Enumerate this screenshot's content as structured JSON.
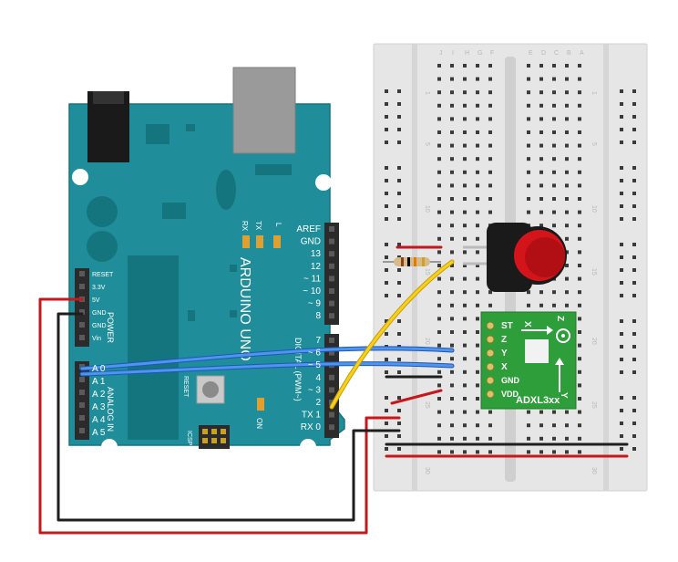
{
  "board": {
    "name": "ARDUINO UNO",
    "power_header_title": "POWER",
    "power_pins": [
      "RESET",
      "3.3V",
      "5V",
      "GND",
      "GND",
      "Vin"
    ],
    "analog_header_title": "ANALOG IN",
    "analog_pins": [
      "A 0",
      "A 1",
      "A 2",
      "A 3",
      "A 4",
      "A 5"
    ],
    "digital_header_title": "DIGITAL (PWM~)",
    "digital_top_pins": [
      "AREF",
      "GND",
      "13",
      "12",
      "~ 11",
      "~ 10",
      "~ 9",
      "8"
    ],
    "digital_bottom_pins": [
      "7",
      "~ 6",
      "~ 5",
      "4",
      "~ 3",
      "2",
      "TX 1",
      "RX 0"
    ],
    "leds": [
      "RX",
      "TX",
      "L"
    ],
    "on_label": "ON",
    "reset_label": "RESET",
    "icsp_label": "ICSP",
    "colors": {
      "pcb": "#1f8e9a",
      "pcb_dark": "#14757f",
      "header": "#2b2b2b"
    }
  },
  "breadboard": {
    "row_labels": [
      "1",
      "5",
      "10",
      "15",
      "20",
      "25",
      "30"
    ],
    "column_letters_left": [
      "J",
      "I",
      "H",
      "G",
      "F"
    ],
    "column_letters_right": [
      "E",
      "D",
      "C",
      "B",
      "A"
    ],
    "colors": {
      "body": "#e6e6e6",
      "hole": "#3a3a3a",
      "rail_red": "#c8171c",
      "rail_dark": "#222222"
    }
  },
  "sensor": {
    "name": "ADXL3xx",
    "pins": [
      "ST",
      "Z",
      "Y",
      "X",
      "GND",
      "VDD"
    ],
    "axis_labels": [
      "X",
      "Y",
      "Z"
    ],
    "colors": {
      "pcb": "#2e9e3a"
    }
  },
  "button": {
    "colors": {
      "cap": "#d4141b",
      "body": "#1a1a1a"
    }
  },
  "resistor": {
    "colors": {
      "body": "#d8b98a",
      "band1": "#8b4513",
      "band2": "#000000",
      "band3": "#e07b00",
      "band4": "#c9a227"
    }
  },
  "wires": {
    "colors": {
      "power": "#c8171c",
      "ground": "#1e1e1e",
      "analog": "#2f6fd1",
      "signal": "#f5c400"
    }
  }
}
